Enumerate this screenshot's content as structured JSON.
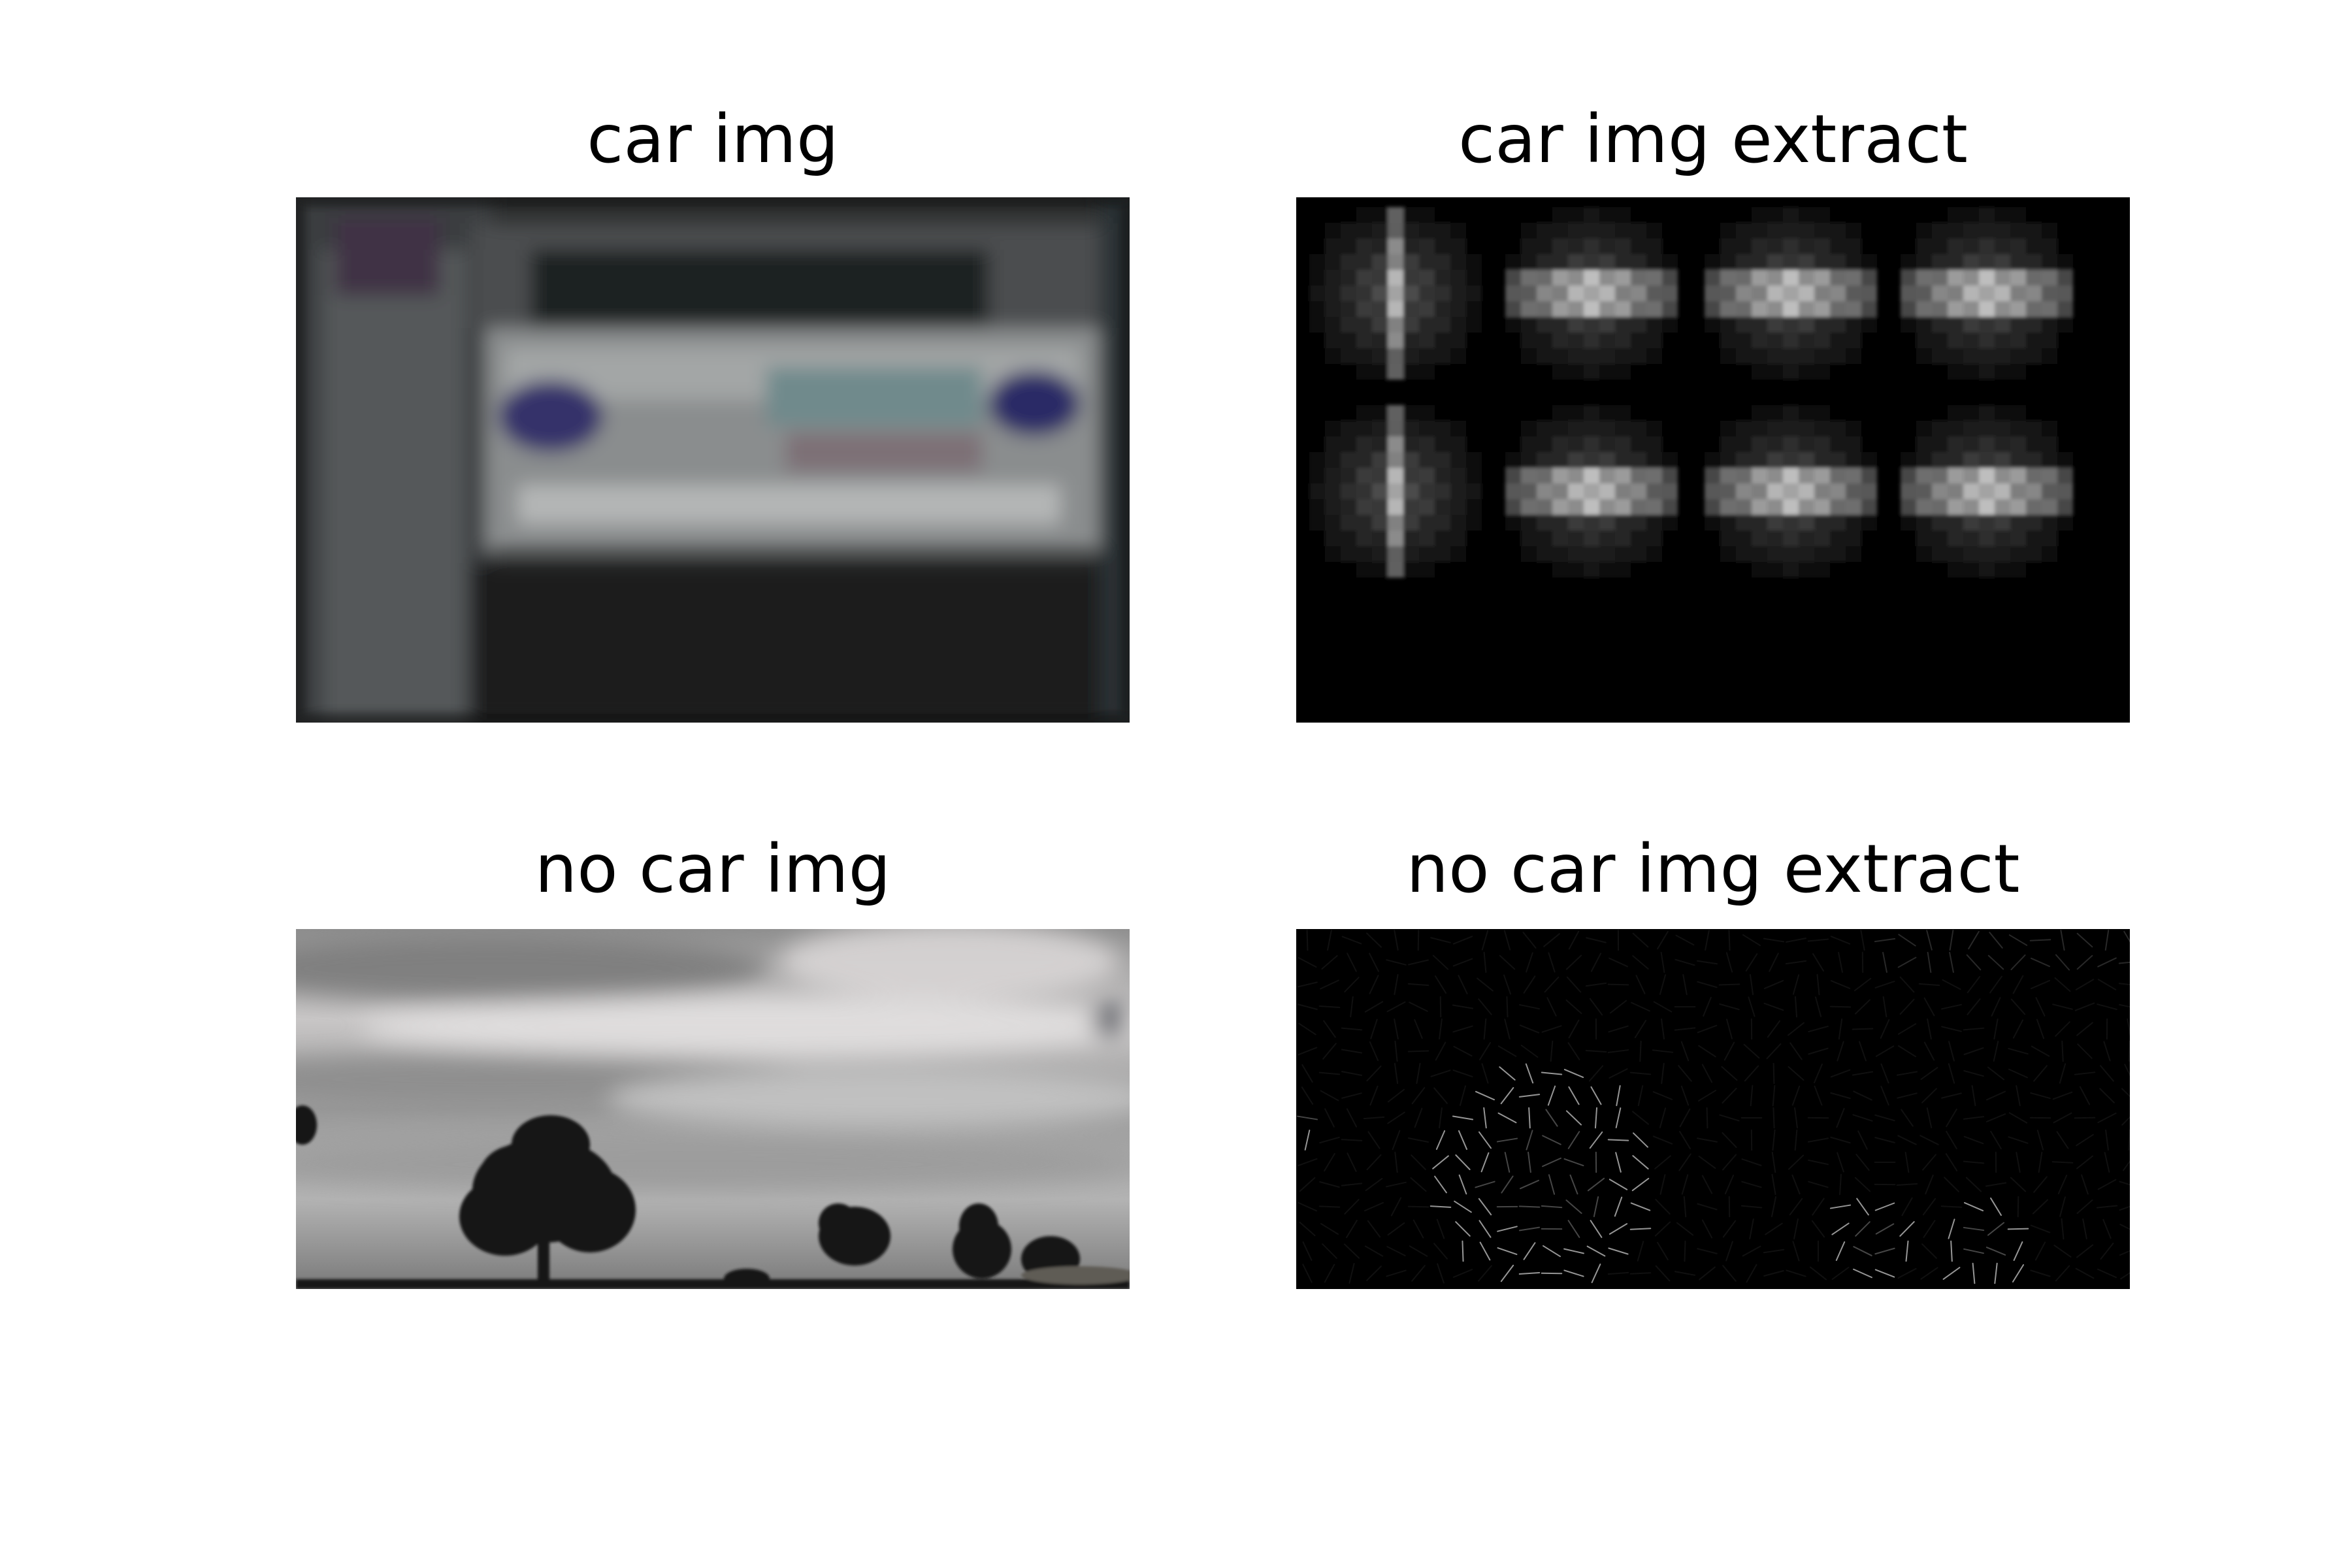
{
  "figure": {
    "panels": [
      {
        "key": "car",
        "title": "car img",
        "kind": "photo-car-rear"
      },
      {
        "key": "car_extract",
        "title": "car img extract",
        "kind": "hog-visualization"
      },
      {
        "key": "nocar",
        "title": "no car img",
        "kind": "photo-cloudy-sky-trees"
      },
      {
        "key": "nocar_extract",
        "title": "no car img extract",
        "kind": "hog-visualization"
      }
    ]
  }
}
